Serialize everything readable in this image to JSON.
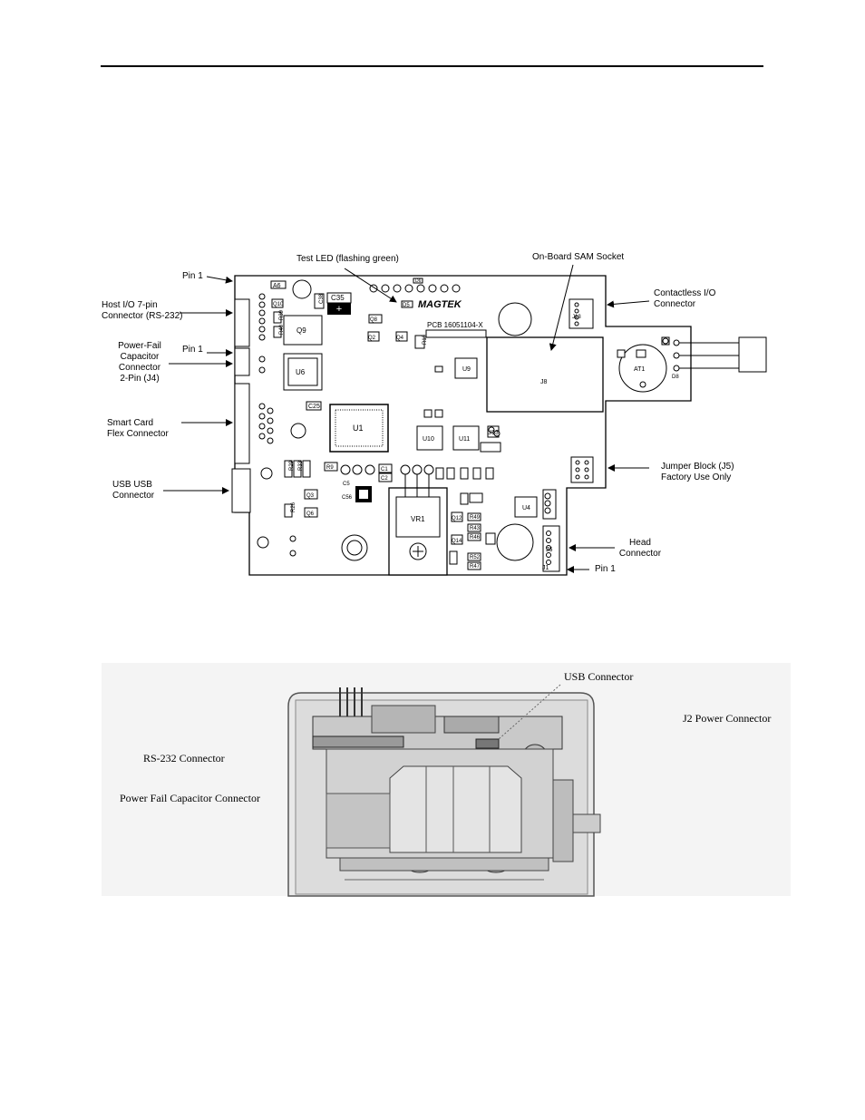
{
  "pcb": {
    "annotations": {
      "test_led": "Test LED (flashing green)",
      "sam_socket": "On-Board SAM Socket",
      "pin1_top": "Pin 1",
      "host_io": "Host I/O  7-pin\nConnector (RS-232)",
      "pin1_mid": "Pin 1",
      "power_fail": "Power-Fail\nCapacitor\nConnector\n2-Pin (J4)",
      "smart_card": "Smart Card\nFlex Connector",
      "usb": "USB USB\nConnector",
      "contactless": "Contactless I/O\nConnector",
      "jumper": "Jumper Block (J5)\nFactory Use Only",
      "head": "Head\nConnector",
      "pin1_bottom": "Pin 1"
    },
    "silkscreen": {
      "brand": "MAGTEK",
      "part_number": "PCB 16051104-X",
      "refs": [
        "A6",
        "C35",
        "C38",
        "Q9",
        "Q10",
        "R39",
        "R40",
        "Q8",
        "Q2",
        "Q4",
        "R19",
        "U6",
        "U9",
        "C25",
        "U1",
        "U10",
        "U11",
        "U13",
        "R29",
        "R33",
        "C56",
        "C1",
        "C2",
        "R9",
        "VR1",
        "Q12",
        "Q14",
        "R49",
        "R43",
        "R46",
        "R52",
        "R47",
        "U4",
        "J6",
        "J1",
        "J13",
        "J8",
        "AT1",
        "D8",
        "D5",
        "Q3",
        "Q6",
        "R26"
      ]
    }
  },
  "photo": {
    "labels": {
      "usb": "USB Connector",
      "j2": "J2 Power Connector",
      "rs232": "RS-232 Connector",
      "power_fail": "Power Fail Capacitor Connector"
    }
  }
}
